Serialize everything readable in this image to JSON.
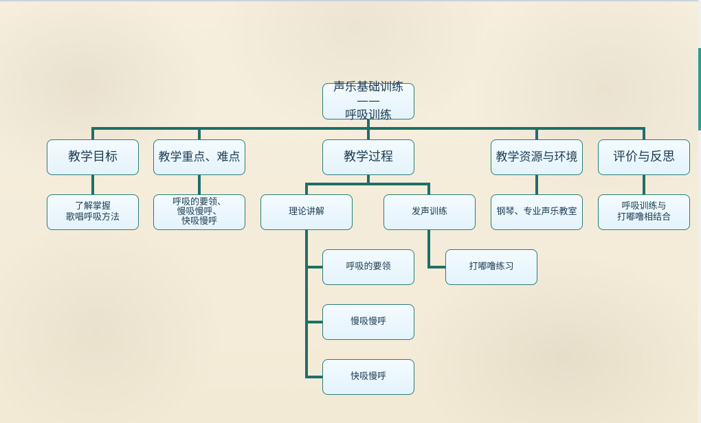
{
  "root": {
    "text": "声乐基础训练——\n呼吸训练"
  },
  "categories": [
    {
      "label": "教学目标"
    },
    {
      "label": "教学重点、难点"
    },
    {
      "label": "教学过程"
    },
    {
      "label": "教学资源与环境"
    },
    {
      "label": "评价与反思"
    }
  ],
  "details": {
    "goal": "了解掌握\n歌唱呼吸方法",
    "key_points": "呼吸的要领、\n慢吸慢呼、\n快吸慢呼",
    "resources": "钢琴、专业声乐教室",
    "evaluation": "呼吸训练与\n打嘟噜相结合"
  },
  "process": {
    "theory": {
      "label": "理论讲解",
      "items": [
        "呼吸的要领",
        "慢吸慢呼",
        "快吸慢呼"
      ]
    },
    "vocal": {
      "label": "发声训练",
      "items": [
        "打嘟噜练习"
      ]
    }
  },
  "colors": {
    "connector": "#1f6e68",
    "border": "#2a7c76",
    "text": "#1b3a52"
  }
}
